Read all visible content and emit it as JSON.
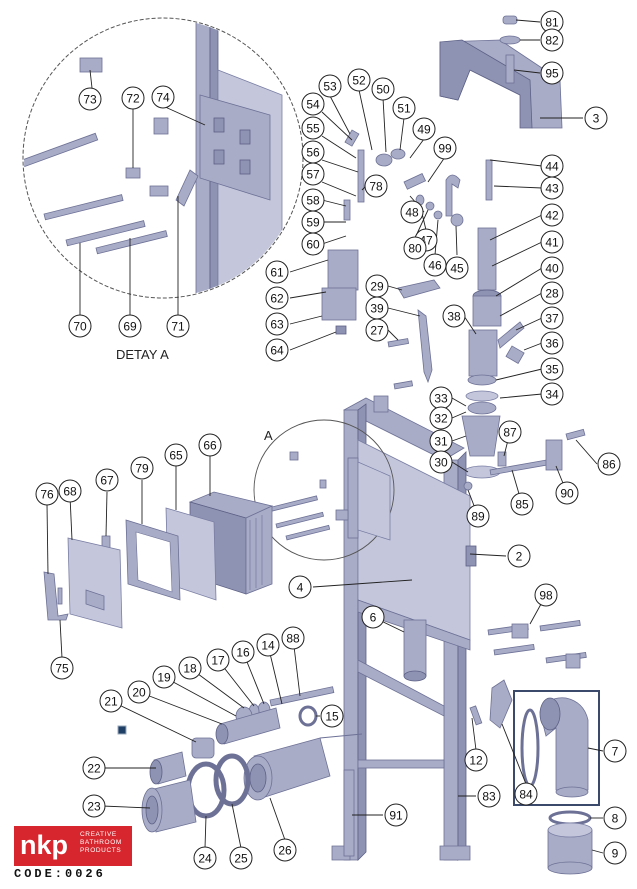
{
  "diagram": {
    "detail_caption": "DETAY A",
    "detail_ref_label": "A",
    "logo": {
      "brand": "nkp",
      "tagline": [
        "CREATIVE",
        "BATHROOM",
        "PRODUCTS"
      ],
      "code": "CODE:0026",
      "brand_color": "#d7262d"
    },
    "part_color": "#a9acc6",
    "callouts": [
      "81",
      "82",
      "95",
      "3",
      "53",
      "52",
      "50",
      "54",
      "51",
      "55",
      "49",
      "56",
      "99",
      "78",
      "57",
      "44",
      "43",
      "48",
      "58",
      "47",
      "80",
      "46",
      "45",
      "42",
      "59",
      "60",
      "41",
      "61",
      "29",
      "40",
      "62",
      "39",
      "28",
      "63",
      "38",
      "37",
      "27",
      "36",
      "64",
      "35",
      "34",
      "33",
      "32",
      "31",
      "87",
      "30",
      "86",
      "85",
      "90",
      "89",
      "2",
      "4",
      "98",
      "6",
      "88",
      "14",
      "16",
      "17",
      "18",
      "19",
      "20",
      "21",
      "15",
      "12",
      "22",
      "7",
      "84",
      "23",
      "91",
      "83",
      "24",
      "25",
      "26",
      "8",
      "9",
      "73",
      "72",
      "74",
      "70",
      "69",
      "71",
      "76",
      "68",
      "67",
      "79",
      "65",
      "66",
      "75"
    ]
  }
}
